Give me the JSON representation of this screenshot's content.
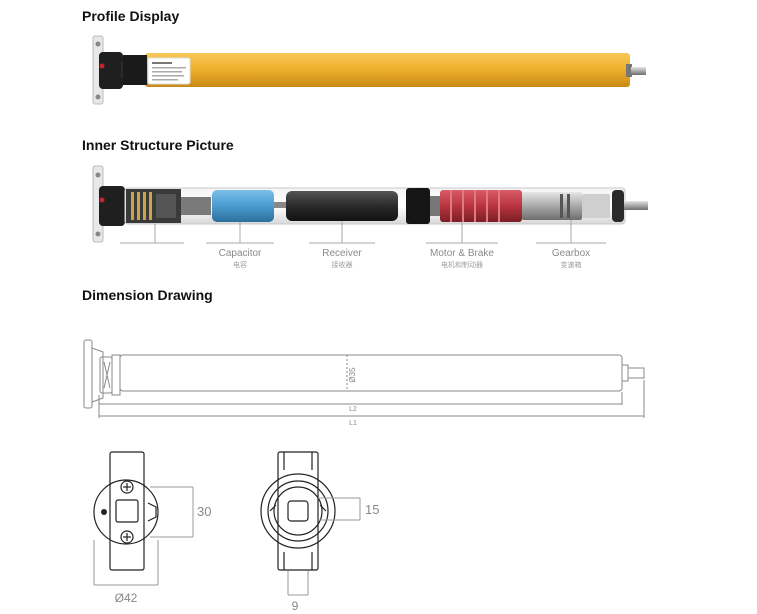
{
  "sections": {
    "profile": {
      "title": "Profile Display"
    },
    "inner": {
      "title": "Inner Structure Picture",
      "parts": [
        {
          "en": "Capacitor",
          "zh": "电容"
        },
        {
          "en": "Receiver",
          "zh": "接收器"
        },
        {
          "en": "Motor & Brake",
          "zh": "电机和制动器"
        },
        {
          "en": "Gearbox",
          "zh": "变速箱"
        }
      ]
    },
    "dimension": {
      "title": "Dimension Drawing",
      "diameter_label": "Ø35",
      "l2": "L2",
      "l1": "L1",
      "head_height": "30",
      "head_diameter": "Ø42",
      "end_height": "15",
      "end_width": "9"
    }
  },
  "colors": {
    "tube": "#f0b22e",
    "tube_dark": "#d9961c",
    "head": "#1f1f1f",
    "capacitor": "#4a9bd0",
    "receiver": "#2a2a2a",
    "motor_red": "#b8343f",
    "line": "#9a9a9a"
  }
}
